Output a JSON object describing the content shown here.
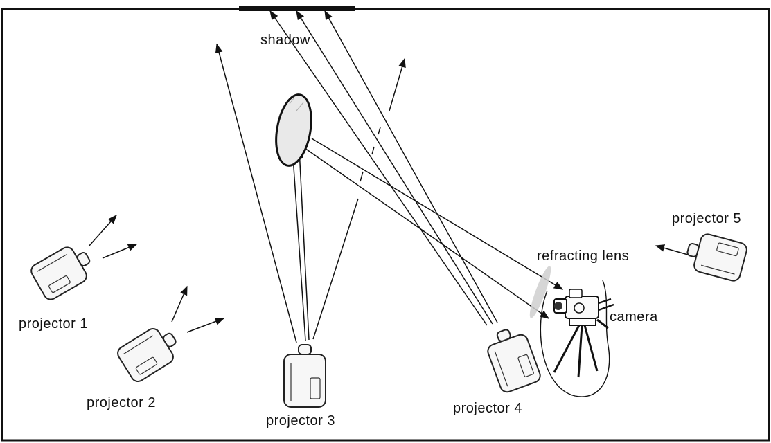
{
  "labels": {
    "shadow": "shadow",
    "refracting_lens": "refracting lens",
    "camera": "camera",
    "projector1": "projector 1",
    "projector2": "projector 2",
    "projector3": "projector 3",
    "projector4": "projector 4",
    "projector5": "projector 5"
  },
  "icons": {
    "projector": "projector-icon",
    "camera": "video-camera-icon",
    "tripod": "tripod-icon",
    "lens": "lens-icon",
    "shadow_bar": "shadow-bar"
  },
  "colors": {
    "background": "#ffffff",
    "ink": "#111111",
    "lens_fill": "#e9e9e9",
    "refracting_lens_fill": "#cfcfcf"
  }
}
